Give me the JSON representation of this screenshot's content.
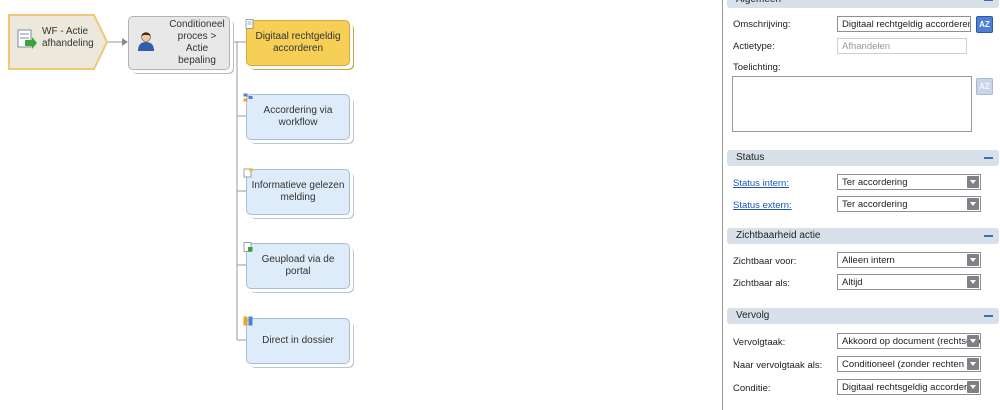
{
  "workflow": {
    "start_label": "WF - Actie afhandeling",
    "process_label": "Conditioneel proces > Actie bepaling",
    "actions": [
      {
        "label": "Digitaal rechtgeldig accorderen",
        "active": true
      },
      {
        "label": "Accordering via workflow",
        "active": false
      },
      {
        "label": "Informatieve gelezen melding",
        "active": false
      },
      {
        "label": "Geupload via de portal",
        "active": false
      },
      {
        "label": "Direct in dossier",
        "active": false
      }
    ]
  },
  "panel": {
    "algemeen": {
      "title": "Algemeen",
      "omschrijving_label": "Omschrijving:",
      "omschrijving_value": "Digitaal rechtgeldig accorderen",
      "actietype_label": "Actietype:",
      "actietype_value": "Afhandelen",
      "toelichting_label": "Toelichting:",
      "toelichting_value": ""
    },
    "status": {
      "title": "Status",
      "intern_label": "Status intern:",
      "intern_value": "Ter accordering",
      "extern_label": "Status extern:",
      "extern_value": "Ter accordering"
    },
    "zichtbaarheid": {
      "title": "Zichtbaarheid actie",
      "voor_label": "Zichtbaar voor:",
      "voor_value": "Alleen intern",
      "als_label": "Zichtbaar als:",
      "als_value": "Altijd"
    },
    "vervolg": {
      "title": "Vervolg",
      "vervolgtaak_label": "Vervolgtaak:",
      "vervolgtaak_value": "Akkoord op document (rechtsgeld",
      "naar_label": "Naar vervolgtaak als:",
      "naar_value": "Conditioneel (zonder rechten op",
      "conditie_label": "Conditie:",
      "conditie_value": "Digitaal rechtsgeldig accorderen"
    },
    "translate_icon": "translate-icon",
    "colors": {
      "section_header": "#d8e0ea",
      "link": "#1a55b8",
      "active_node": "#f6cf57",
      "node": "#deebf8"
    }
  }
}
